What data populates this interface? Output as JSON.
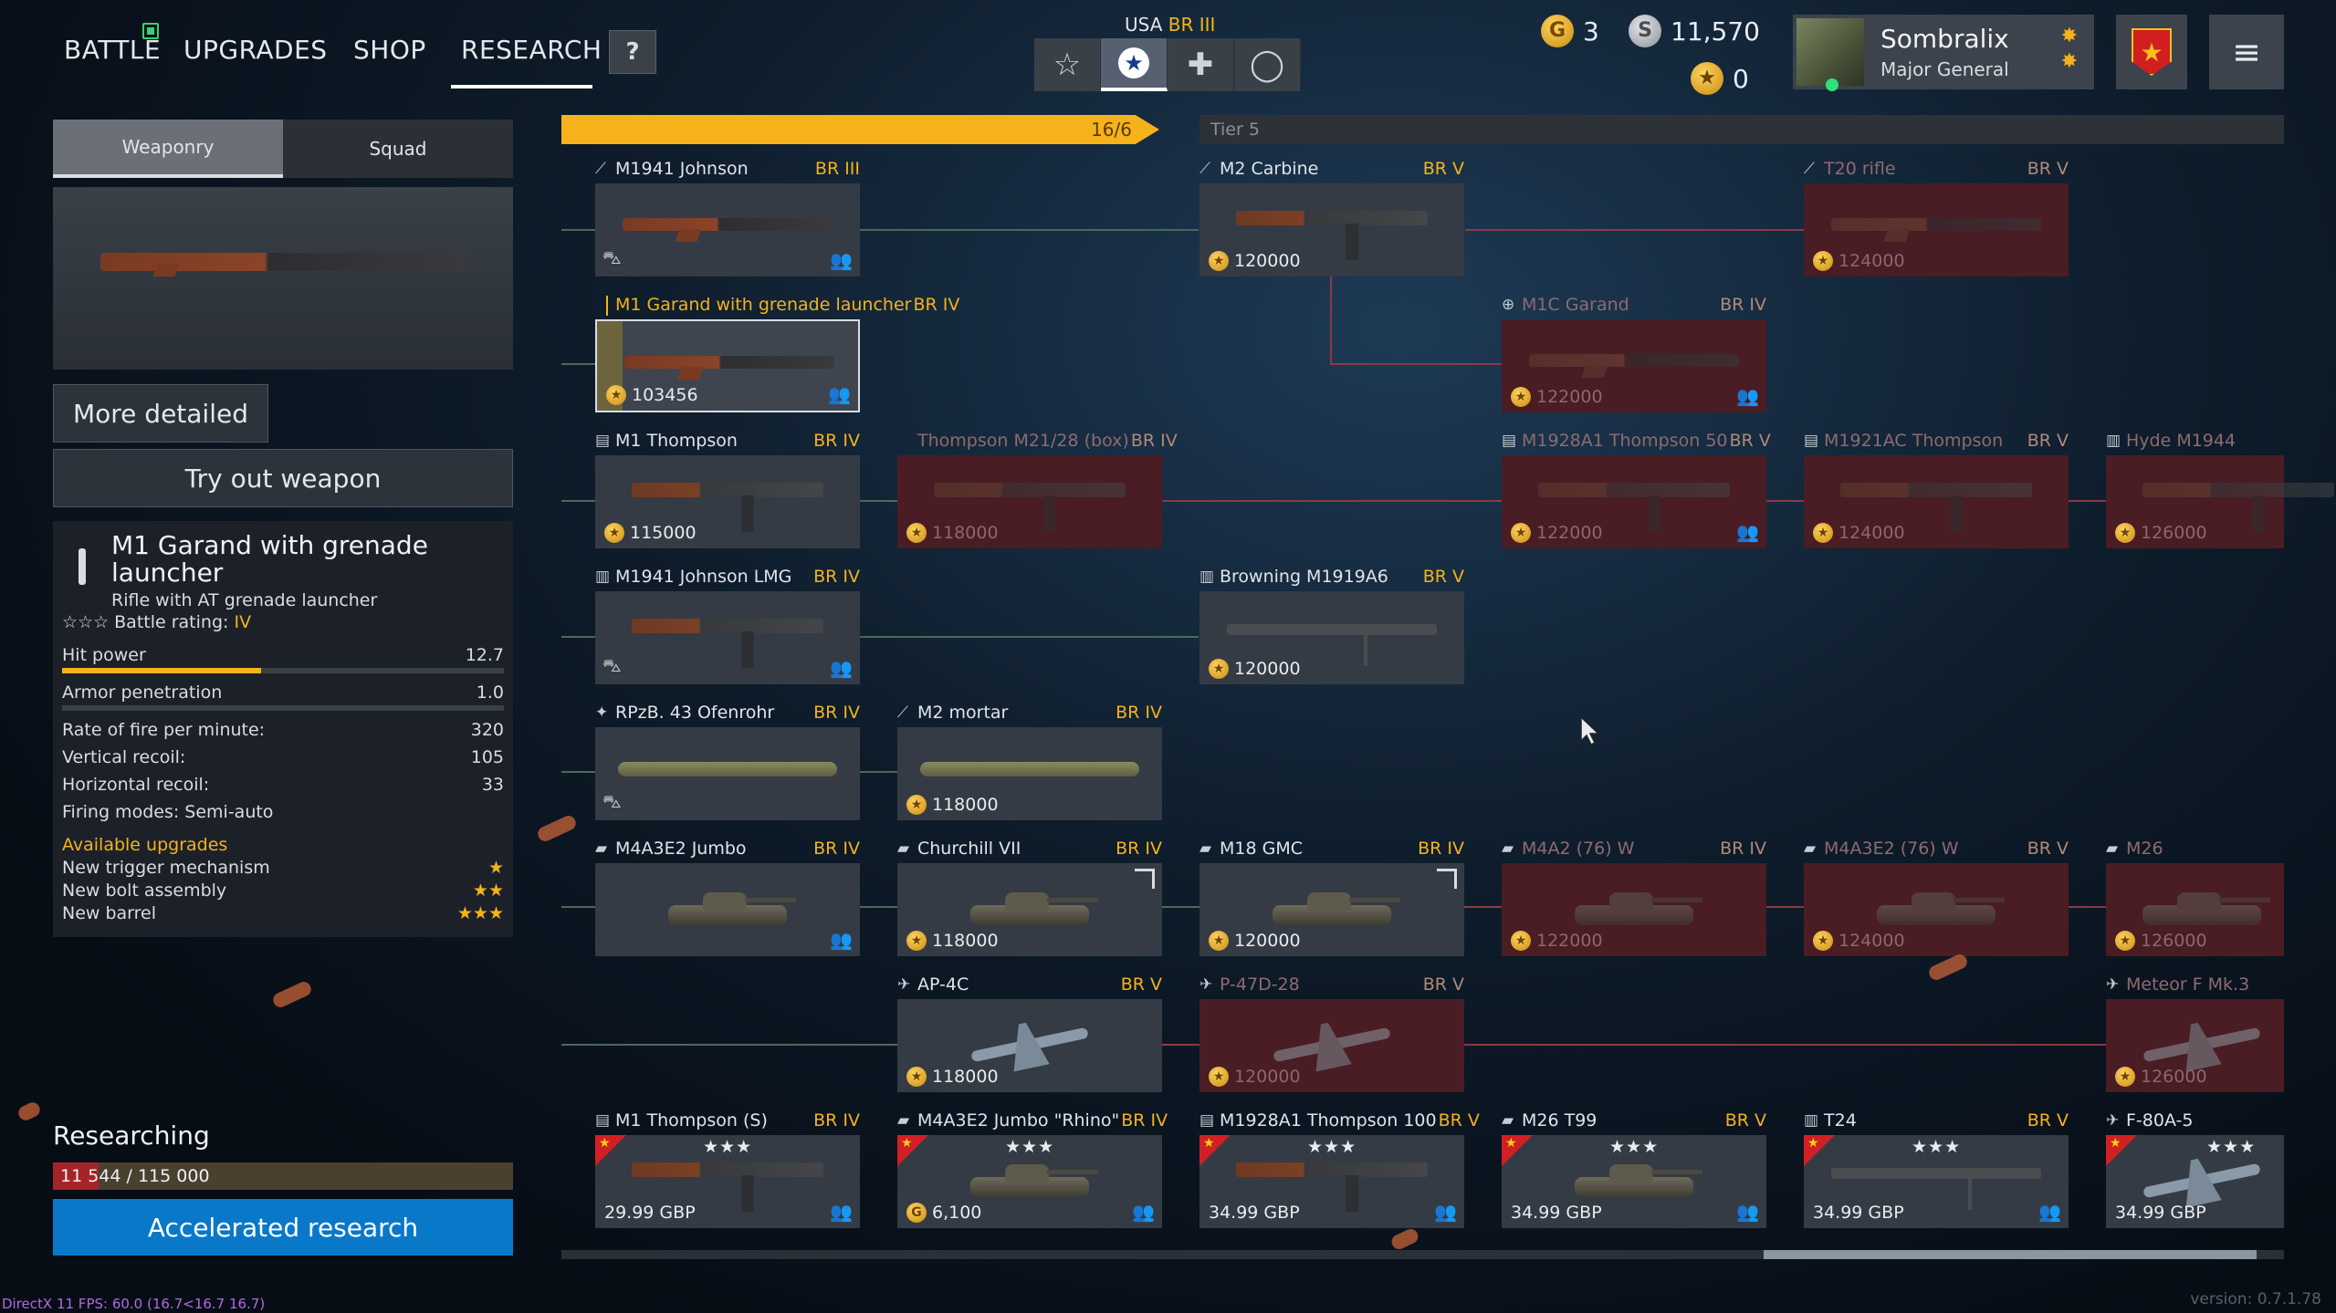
{
  "nav": {
    "items": [
      "BATTLE",
      "UPGRADES",
      "SHOP",
      "RESEARCH"
    ],
    "active": "RESEARCH",
    "help": "?"
  },
  "nation": {
    "name": "USA",
    "br": "BR III"
  },
  "currency": {
    "gold_icon": "G",
    "gold": "3",
    "silver_icon": "S",
    "silver": "11,570",
    "rank_points": "0"
  },
  "profile": {
    "name": "Sombralix",
    "rank": "Major General"
  },
  "panel": {
    "tabs": [
      "Weaponry",
      "Squad"
    ],
    "more_detailed": "More detailed",
    "try_out": "Try out weapon",
    "weapon_name": "M1 Garand with grenade launcher",
    "weapon_desc": "Rifle with AT grenade launcher",
    "br_label": "☆☆☆ Battle rating:",
    "br_value": "IV",
    "stats": [
      {
        "label": "Hit power",
        "value": "12.7",
        "bar": 0.45
      },
      {
        "label": "Armor penetration",
        "value": "1.0",
        "bar": 0.0
      },
      {
        "label": "Rate of fire per minute:",
        "value": "320"
      },
      {
        "label": "Vertical recoil:",
        "value": "105"
      },
      {
        "label": "Horizontal recoil:",
        "value": "33"
      },
      {
        "label": "Firing modes: Semi-auto",
        "value": ""
      }
    ],
    "upgrades_title": "Available upgrades",
    "upgrades": [
      {
        "label": "New trigger mechanism",
        "stars": "★"
      },
      {
        "label": "New bolt assembly",
        "stars": "★★"
      },
      {
        "label": "New barrel",
        "stars": "★★★"
      }
    ],
    "researching_label": "Researching",
    "research_progress": "11 544 / 115 000",
    "research_fraction": 0.1,
    "accelerated": "Accelerated research"
  },
  "tree": {
    "progress": "16/6",
    "tier": "Tier 5",
    "nodes": [
      {
        "name": "M1941 Johnson",
        "br": "BR III"
      },
      {
        "name": "M2 Carbine",
        "br": "BR V",
        "price": "120000"
      },
      {
        "name": "T20 rifle",
        "br": "BR V",
        "price": "124000"
      },
      {
        "name": "M1 Garand with grenade launcher",
        "br": "BR IV",
        "price": "103456"
      },
      {
        "name": "M1C Garand",
        "br": "BR IV",
        "price": "122000"
      },
      {
        "name": "M1 Thompson",
        "br": "BR IV",
        "price": "115000"
      },
      {
        "name": "Thompson M21/28 (box)",
        "br": "BR IV",
        "price": "118000"
      },
      {
        "name": "M1928A1 Thompson 50",
        "br": "BR V",
        "price": "122000"
      },
      {
        "name": "M1921AC Thompson",
        "br": "BR V",
        "price": "124000"
      },
      {
        "name": "Hyde M1944",
        "br": "",
        "price": "126000"
      },
      {
        "name": "M1941 Johnson LMG",
        "br": "BR IV"
      },
      {
        "name": "Browning M1919A6",
        "br": "BR V",
        "price": "120000"
      },
      {
        "name": "RPzB. 43 Ofenrohr",
        "br": "BR IV"
      },
      {
        "name": "M2 mortar",
        "br": "BR IV",
        "price": "118000"
      },
      {
        "name": "M4A3E2 Jumbo",
        "br": "BR IV"
      },
      {
        "name": "Churchill VII",
        "br": "BR IV",
        "price": "118000"
      },
      {
        "name": "M18 GMC",
        "br": "BR IV",
        "price": "120000"
      },
      {
        "name": "M4A2 (76) W",
        "br": "BR IV",
        "price": "122000"
      },
      {
        "name": "M4A3E2 (76) W",
        "br": "BR V",
        "price": "124000"
      },
      {
        "name": "M26",
        "br": "",
        "price": "126000"
      },
      {
        "name": "AP-4C",
        "br": "BR V",
        "price": "118000"
      },
      {
        "name": "P-47D-28",
        "br": "BR V",
        "price": "120000"
      },
      {
        "name": "Meteor F Mk.3",
        "br": "",
        "price": "126000"
      },
      {
        "name": "M1 Thompson (S)",
        "br": "BR IV",
        "price": "29.99 GBP",
        "stars": "★★★"
      },
      {
        "name": "M4A3E2 Jumbo \"Rhino\"",
        "br": "BR IV",
        "price": "6,100",
        "stars": "★★★"
      },
      {
        "name": "M1928A1 Thompson 100",
        "br": "BR V",
        "price": "34.99 GBP",
        "stars": "★★★"
      },
      {
        "name": "M26 T99",
        "br": "BR V",
        "price": "34.99 GBP",
        "stars": "★★★"
      },
      {
        "name": "T24",
        "br": "BR V",
        "price": "34.99 GBP",
        "stars": "★★★"
      },
      {
        "name": "F-80A-5",
        "br": "",
        "price": "34.99 GBP",
        "stars": "★★★"
      }
    ]
  },
  "debug": {
    "fps": "DirectX 11 FPS: 60.0 (16.7<16.7 16.7)",
    "version": "version: 0.7.1.78"
  }
}
